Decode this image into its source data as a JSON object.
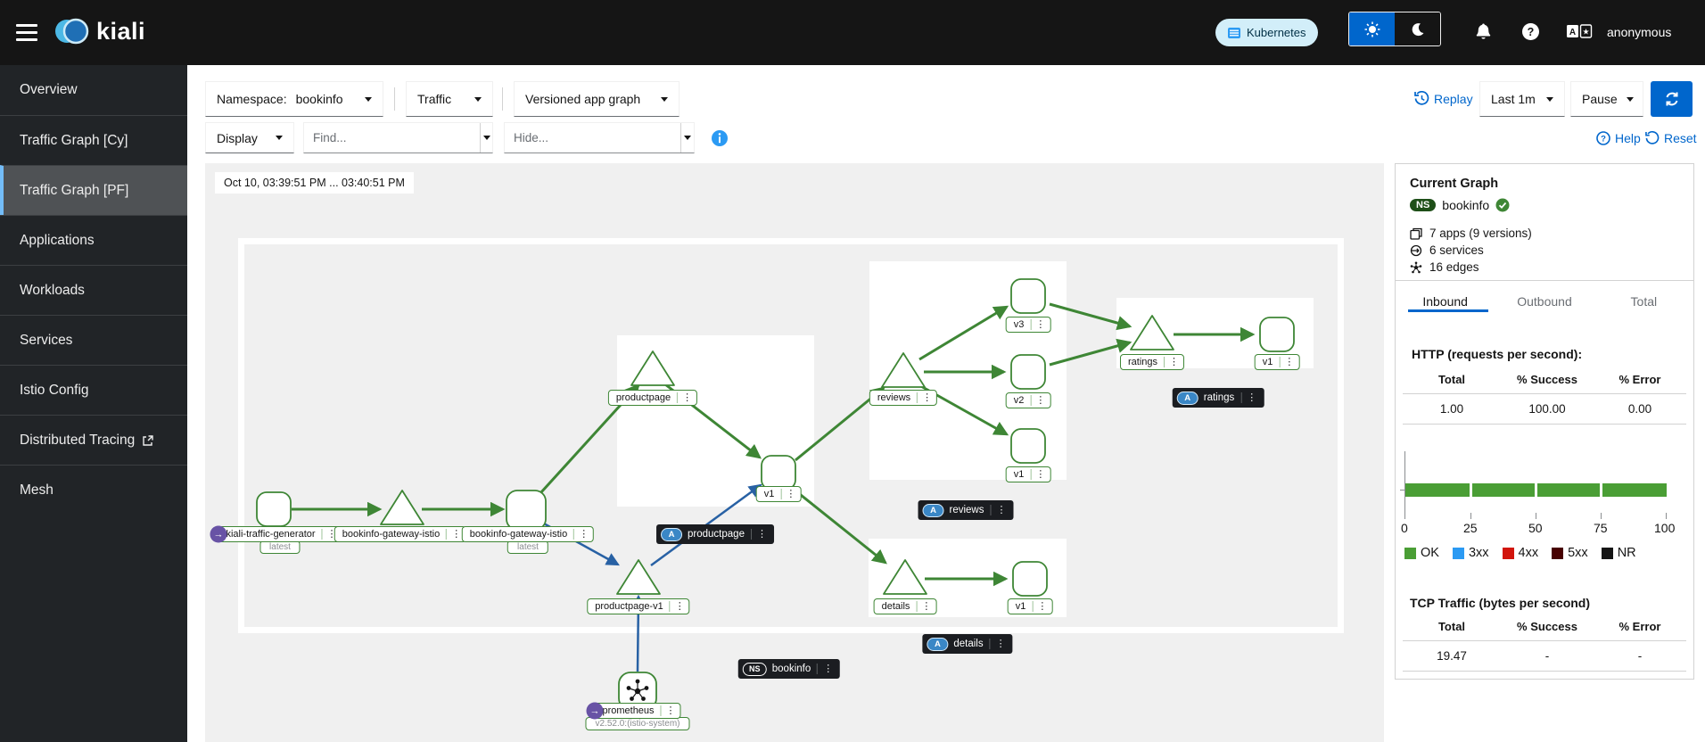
{
  "masthead": {
    "brand": "kiali",
    "cluster_badge": "Kubernetes",
    "user": "anonymous"
  },
  "sidebar": {
    "items": [
      {
        "label": "Overview"
      },
      {
        "label": "Traffic Graph [Cy]"
      },
      {
        "label": "Traffic Graph [PF]"
      },
      {
        "label": "Applications"
      },
      {
        "label": "Workloads"
      },
      {
        "label": "Services"
      },
      {
        "label": "Istio Config"
      },
      {
        "label": "Distributed Tracing"
      },
      {
        "label": "Mesh"
      }
    ],
    "active": "Traffic Graph [PF]"
  },
  "toolbar": {
    "namespace_label": "Namespace:",
    "namespace_value": "bookinfo",
    "traffic_label": "Traffic",
    "graph_type": "Versioned app graph",
    "replay_label": "Replay",
    "interval_value": "Last 1m",
    "pause_label": "Pause",
    "display_label": "Display",
    "find_placeholder": "Find...",
    "hide_placeholder": "Hide...",
    "help_label": "Help",
    "reset_label": "Reset"
  },
  "graph": {
    "timestamp": "Oct 10, 03:39:51 PM ... 03:40:51 PM",
    "nodes": [
      {
        "label": "kiali-traffic-generator",
        "sub": "latest"
      },
      {
        "label": "bookinfo-gateway-istio"
      },
      {
        "label": "bookinfo-gateway-istio",
        "sub": "latest"
      },
      {
        "label": "productpage"
      },
      {
        "label": "v1"
      },
      {
        "label": "productpage-v1"
      },
      {
        "label": "reviews"
      },
      {
        "label": "v3"
      },
      {
        "label": "v2"
      },
      {
        "label": "v1"
      },
      {
        "label": "ratings"
      },
      {
        "label": "v1"
      },
      {
        "label": "details"
      },
      {
        "label": "v1"
      },
      {
        "label": "prometheus",
        "sub": "v2.52.0:(istio-system)"
      }
    ],
    "app_chips": [
      {
        "badge": "A",
        "label": "productpage"
      },
      {
        "badge": "A",
        "label": "reviews"
      },
      {
        "badge": "A",
        "label": "ratings"
      },
      {
        "badge": "A",
        "label": "details"
      }
    ],
    "ns_chip": {
      "badge": "NS",
      "label": "bookinfo"
    }
  },
  "panel": {
    "title": "Current Graph",
    "namespace": {
      "badge": "NS",
      "name": "bookinfo"
    },
    "stats": [
      {
        "icon": "apps-icon",
        "text": "7 apps (9 versions)"
      },
      {
        "icon": "services-icon",
        "text": "6 services"
      },
      {
        "icon": "edges-icon",
        "text": "16 edges"
      }
    ],
    "tabs": [
      "Inbound",
      "Outbound",
      "Total"
    ],
    "active_tab": "Inbound",
    "http": {
      "title": "HTTP (requests per second):",
      "headers": [
        "Total",
        "% Success",
        "% Error"
      ],
      "row": [
        "1.00",
        "100.00",
        "0.00"
      ]
    },
    "chart": {
      "type": "bar",
      "orientation": "horizontal",
      "ticks": [
        "0",
        "25",
        "50",
        "75",
        "100"
      ],
      "xlim": [
        0,
        100
      ],
      "legend": [
        {
          "label": "OK",
          "value": 100,
          "color": "#4a9e35"
        },
        {
          "label": "3xx",
          "value": 0,
          "color": "#2b9af3"
        },
        {
          "label": "4xx",
          "value": 0,
          "color": "#d2150c"
        },
        {
          "label": "5xx",
          "value": 0,
          "color": "#470000"
        },
        {
          "label": "NR",
          "value": 0,
          "color": "#151515"
        }
      ]
    },
    "tcp": {
      "title": "TCP Traffic (bytes per second)",
      "headers": [
        "Total",
        "% Success",
        "% Error"
      ],
      "row": [
        "19.47",
        "-",
        "-"
      ]
    }
  }
}
